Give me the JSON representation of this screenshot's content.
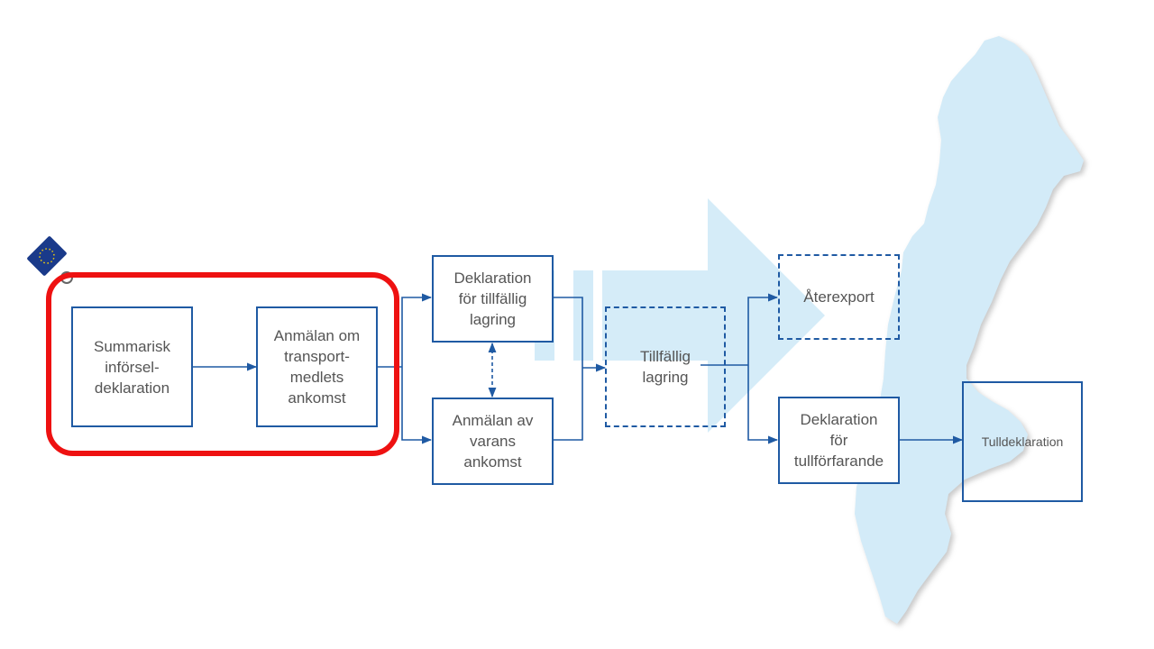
{
  "nodes": {
    "summarisk": "Summarisk\ninförsel-\ndeklaration",
    "anmalan_transport": "Anmälan om\ntransport-\nmedlets\nankomst",
    "deklaration_lagring": "Deklaration\nför tillfällig\nlagring",
    "anmalan_varans": "Anmälan av\nvarans\nankomst",
    "tillfallig_lagring": "Tillfällig\nlagring",
    "aterexport": "Återexport",
    "deklaration_tullforfarande": "Deklaration\nför\ntullförfarande",
    "tulldeklaration": "Tulldeklaration"
  },
  "icons": {
    "eu_tag": "eu-flag-tag-icon",
    "map": "sweden-map"
  },
  "colors": {
    "box_border": "#1f5aa3",
    "highlight": "#ee1111",
    "map_fill": "#d3ebf8",
    "text": "#555555"
  }
}
